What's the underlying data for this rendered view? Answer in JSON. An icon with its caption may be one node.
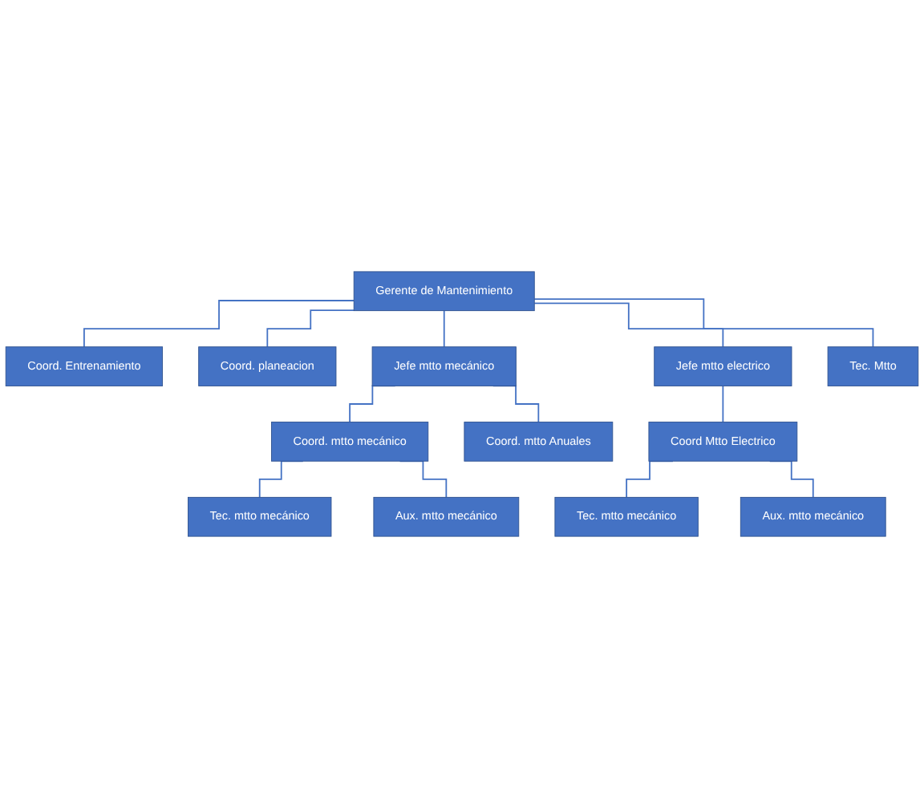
{
  "diagram": {
    "nodes": [
      {
        "text": [
          "Gerente de Mantenimiento"
        ]
      },
      {
        "text": [
          "Coord. Entrenamiento"
        ]
      },
      {
        "text": [
          "Coord. planeacion"
        ]
      },
      {
        "text": [
          "Jefe mtto mecánico"
        ]
      },
      {
        "text": [
          "Jefe mtto electrico"
        ]
      },
      {
        "text": [
          "Tec. Mtto"
        ]
      },
      {
        "text": [
          "Coord. mtto mecánico"
        ]
      },
      {
        "text": [
          "Coord. mtto Anuales"
        ]
      },
      {
        "text": [
          "Coord Mtto Electrico"
        ]
      },
      {
        "text": [
          "Tec. mtto mecánico"
        ]
      },
      {
        "text": [
          "Aux. mtto mecánico"
        ]
      },
      {
        "text": [
          "Tec. mtto mecánico"
        ]
      },
      {
        "text": [
          "Aux. mtto mecánico"
        ]
      }
    ],
    "edges": [
      {
        "from": 0,
        "to": 1,
        "arrow": "none"
      },
      {
        "from": 0,
        "to": 2,
        "arrow": "none"
      },
      {
        "from": 0,
        "to": 3,
        "arrow": "none"
      },
      {
        "from": 0,
        "to": 4,
        "arrow": "none"
      },
      {
        "from": 0,
        "to": 5,
        "arrow": "none"
      },
      {
        "from": 3,
        "to": 6,
        "arrow": "none"
      },
      {
        "from": 3,
        "to": 7,
        "arrow": "none"
      },
      {
        "from": 4,
        "to": 8,
        "arrow": "none"
      },
      {
        "from": 6,
        "to": 9,
        "arrow": "none"
      },
      {
        "from": 6,
        "to": 10,
        "arrow": "none"
      },
      {
        "from": 8,
        "to": 11,
        "arrow": "none"
      },
      {
        "from": 8,
        "to": 12,
        "arrow": "none"
      }
    ]
  }
}
